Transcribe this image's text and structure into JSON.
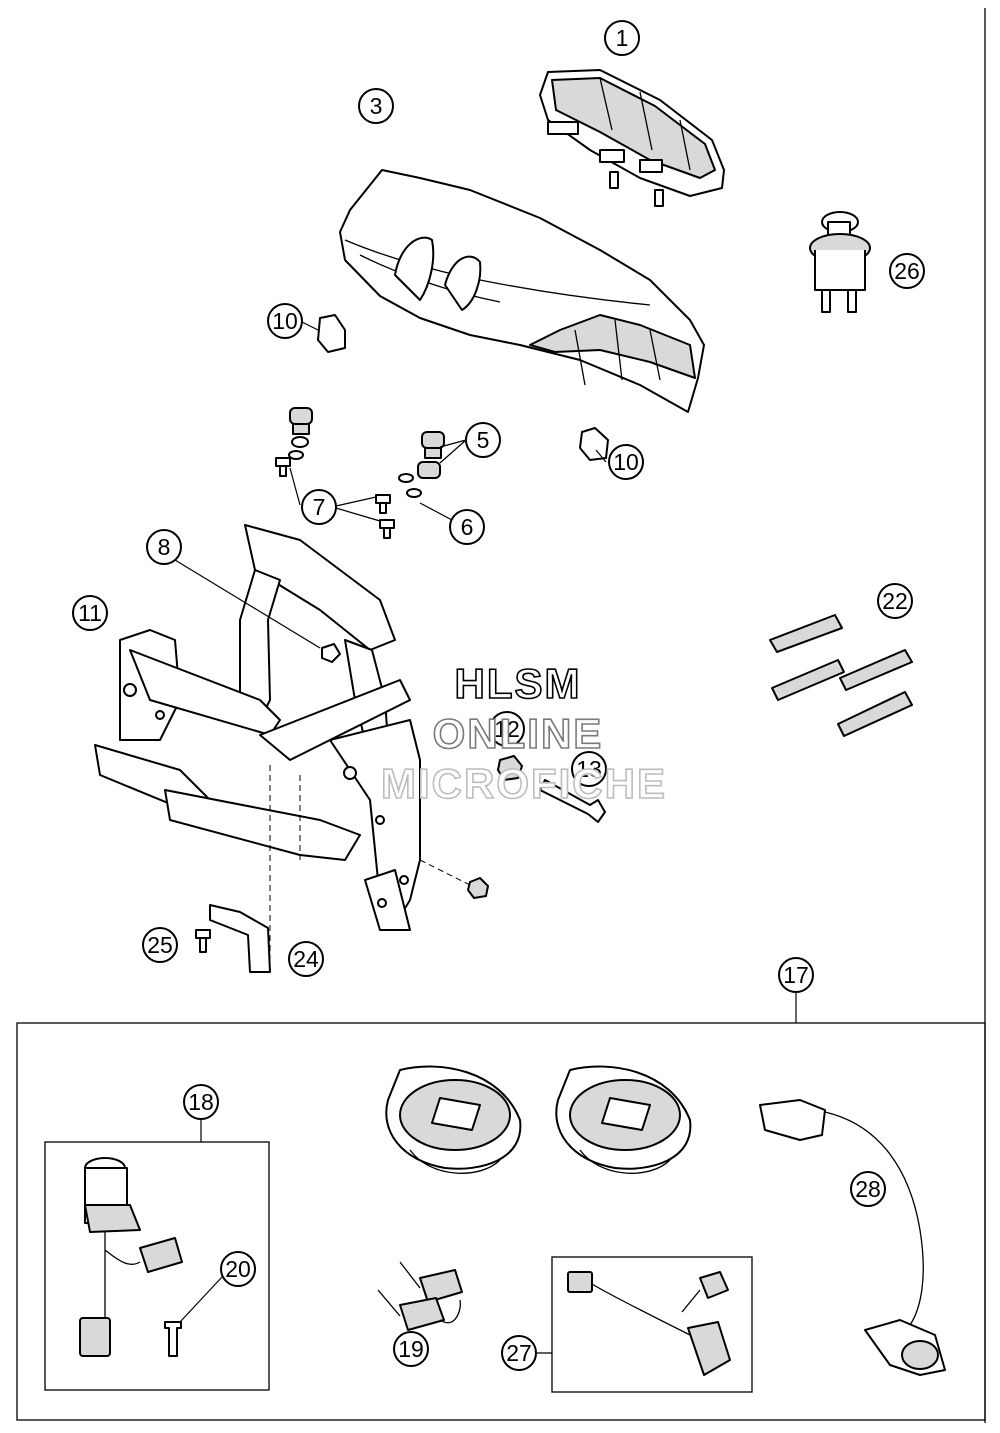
{
  "callouts": [
    {
      "id": "c1",
      "label": "1"
    },
    {
      "id": "c3",
      "label": "3"
    },
    {
      "id": "c26",
      "label": "26"
    },
    {
      "id": "c10a",
      "label": "10"
    },
    {
      "id": "c5",
      "label": "5"
    },
    {
      "id": "c10b",
      "label": "10"
    },
    {
      "id": "c7",
      "label": "7"
    },
    {
      "id": "c6",
      "label": "6"
    },
    {
      "id": "c8",
      "label": "8"
    },
    {
      "id": "c11",
      "label": "11"
    },
    {
      "id": "c22",
      "label": "22"
    },
    {
      "id": "c12",
      "label": "12"
    },
    {
      "id": "c13",
      "label": "13"
    },
    {
      "id": "c25",
      "label": "25"
    },
    {
      "id": "c24",
      "label": "24"
    },
    {
      "id": "c17",
      "label": "17"
    },
    {
      "id": "c18",
      "label": "18"
    },
    {
      "id": "c28",
      "label": "28"
    },
    {
      "id": "c20",
      "label": "20"
    },
    {
      "id": "c19",
      "label": "19"
    },
    {
      "id": "c27",
      "label": "27"
    }
  ],
  "watermark": {
    "line1": "HLSM",
    "line2": "ONLINE",
    "line3": "MICROFICHE"
  },
  "colors": {
    "ink": "#000000",
    "paper": "#ffffff",
    "shade": "#d9d9d9",
    "watermark": "#bdbdbd"
  }
}
